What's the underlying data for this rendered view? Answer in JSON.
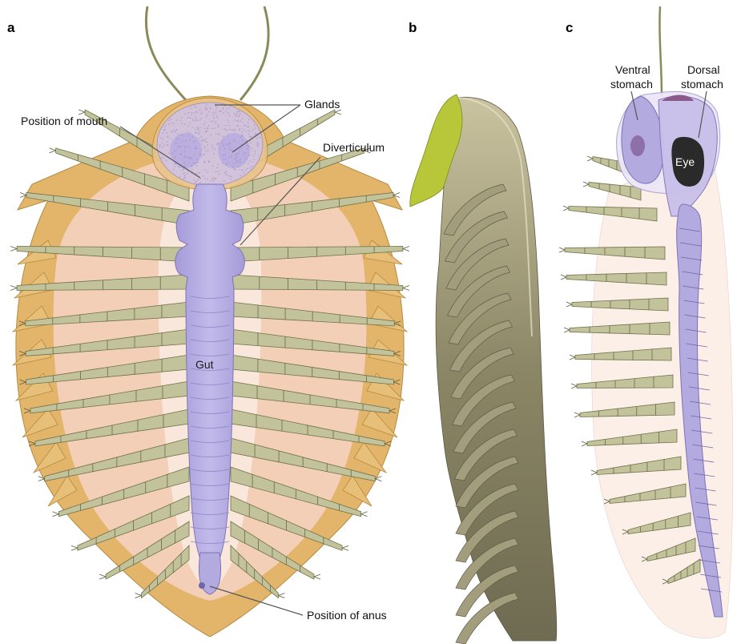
{
  "panels": [
    {
      "letter": "a"
    },
    {
      "letter": "b"
    },
    {
      "letter": "c"
    }
  ],
  "labels_a": {
    "glands": "Glands",
    "position_of_mouth": "Position of mouth",
    "diverticulum": "Diverticulum",
    "gut": "Gut",
    "position_of_anus": "Position of anus"
  },
  "labels_c": {
    "ventral_stomach_line1": "Ventral",
    "ventral_stomach_line2": "stomach",
    "dorsal_stomach_line1": "Dorsal",
    "dorsal_stomach_line2": "stomach",
    "eye": "Eye"
  },
  "colors": {
    "exoskeleton": "#e2b56b",
    "pleura_pink": "#f6d4c4",
    "gut": "#b3aadf",
    "legs": "#c3c39b",
    "fossil_matrix": "#8f8a6a",
    "green_fossil": "#b8c63a",
    "eye": "#2a2a2a"
  }
}
